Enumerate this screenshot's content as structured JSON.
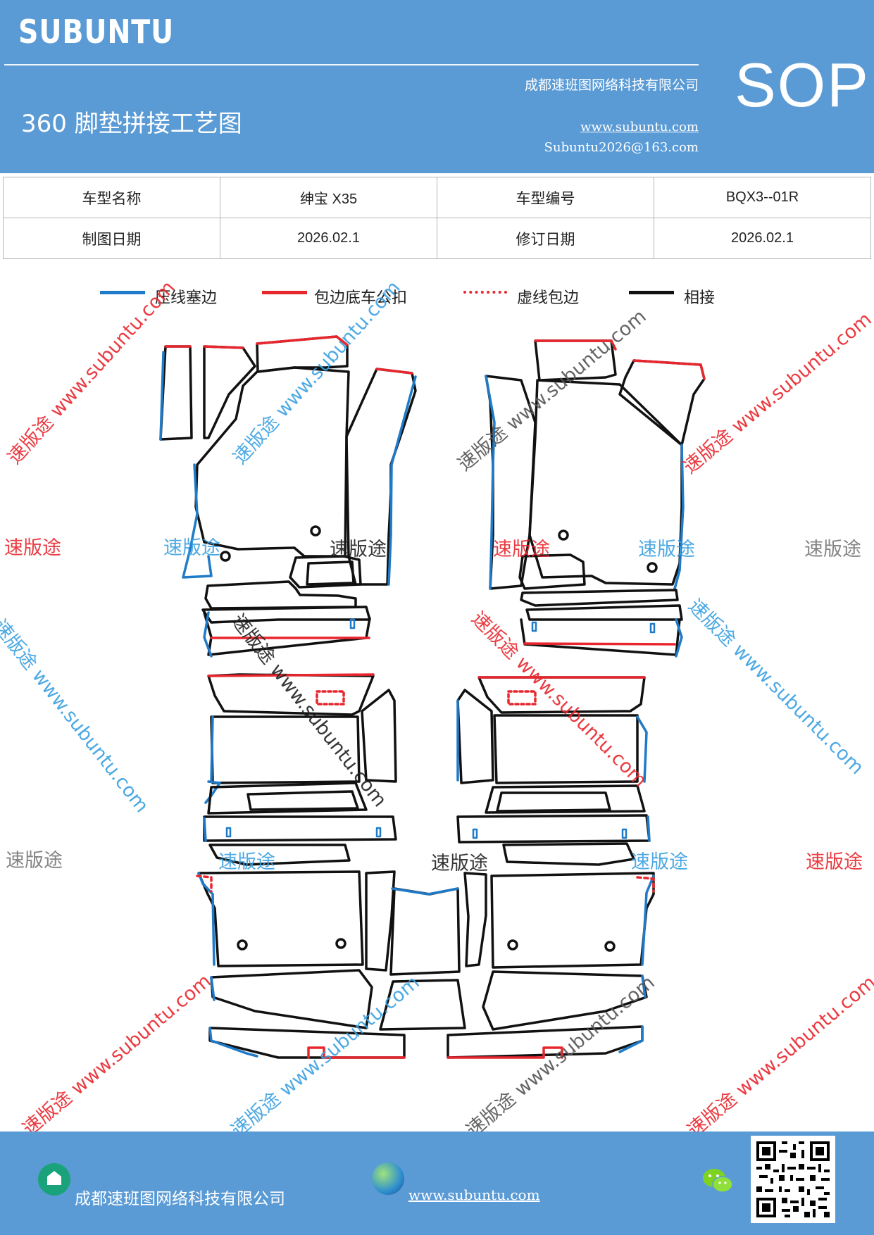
{
  "header": {
    "brand": "SUBUNTU",
    "company": "成都速班图网络科技有限公司",
    "title": "360 脚垫拼接工艺图",
    "website": "www.subuntu.com",
    "email": "Subuntu2026@163.com",
    "badge": "SOP"
  },
  "info": {
    "row1": {
      "label1": "车型名称",
      "value1": "绅宝 X35",
      "label2": "车型编号",
      "value2": "BQX3--01R"
    },
    "row2": {
      "label1": "制图日期",
      "value1": "2026.02.1",
      "label2": "修订日期",
      "value2": "2026.02.1"
    }
  },
  "legend": [
    {
      "label": "压线塞边",
      "color": "#1f7ac8",
      "style": "solid"
    },
    {
      "label": "包边底车公扣",
      "color": "#e8262d",
      "style": "solid"
    },
    {
      "label": "虚线包边",
      "color": "#e8262d",
      "style": "dotted"
    },
    {
      "label": "相接",
      "color": "#111111",
      "style": "solid"
    }
  ],
  "watermarks": {
    "diagonal_text": "速版途 www.subuntu.com",
    "short_text": "速版途",
    "colors": {
      "red": "#e8262d",
      "blue": "#3aa0e0",
      "gray": "#777777",
      "black": "#222222"
    }
  },
  "footer": {
    "company": "成都速班图网络科技有限公司",
    "website": "www.subuntu.com "
  },
  "colors": {
    "header_bg": "#5b9bd5",
    "blue_line": "#1f7ac8",
    "red_line": "#e8262d",
    "black_line": "#111111"
  }
}
